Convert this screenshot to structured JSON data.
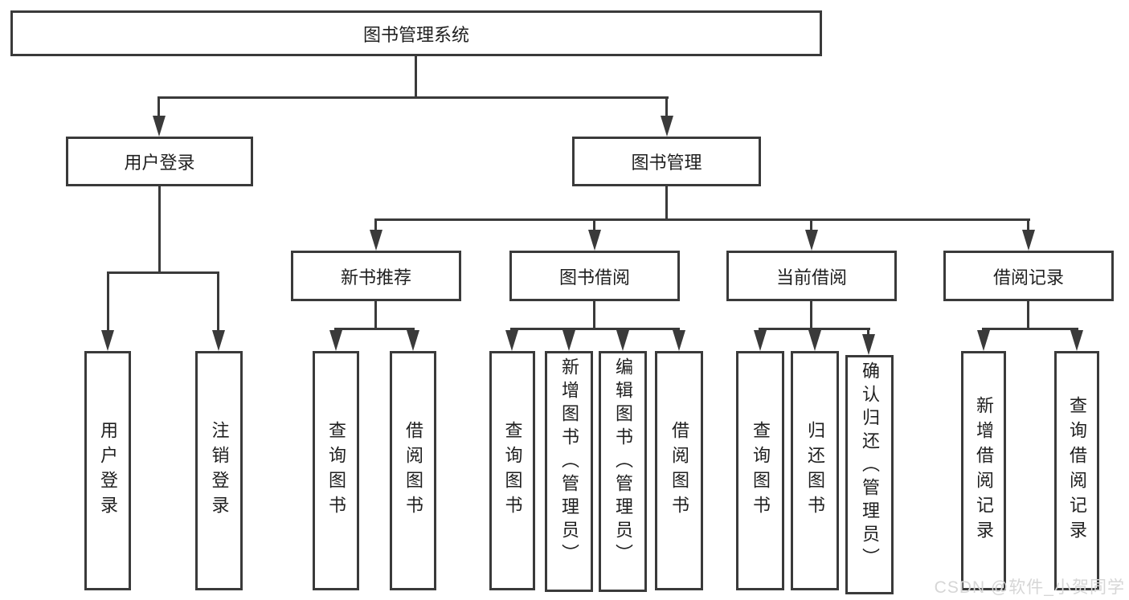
{
  "tree": {
    "label": "图书管理系统",
    "children": [
      {
        "label": "用户登录",
        "children": [
          {
            "label": "用户登录"
          },
          {
            "label": "注销登录"
          }
        ]
      },
      {
        "label": "图书管理",
        "children": [
          {
            "label": "新书推荐",
            "children": [
              {
                "label": "查询图书"
              },
              {
                "label": "借阅图书"
              }
            ]
          },
          {
            "label": "图书借阅",
            "children": [
              {
                "label": "查询图书"
              },
              {
                "label": "新增图书（管理员）"
              },
              {
                "label": "编辑图书（管理员）"
              },
              {
                "label": "借阅图书"
              }
            ]
          },
          {
            "label": "当前借阅",
            "children": [
              {
                "label": "查询图书"
              },
              {
                "label": "归还图书"
              },
              {
                "label": "确认归还（管理员）"
              }
            ]
          },
          {
            "label": "借阅记录",
            "children": [
              {
                "label": "新增借阅记录"
              },
              {
                "label": "查询借阅记录"
              }
            ]
          }
        ]
      }
    ]
  },
  "watermark": {
    "text": "CSDN @软件_小贺同学"
  },
  "colors": {
    "line": "#3a3a3a",
    "text": "#1f1f1f",
    "background": "#ffffff",
    "watermark": "#d6d6d6"
  }
}
